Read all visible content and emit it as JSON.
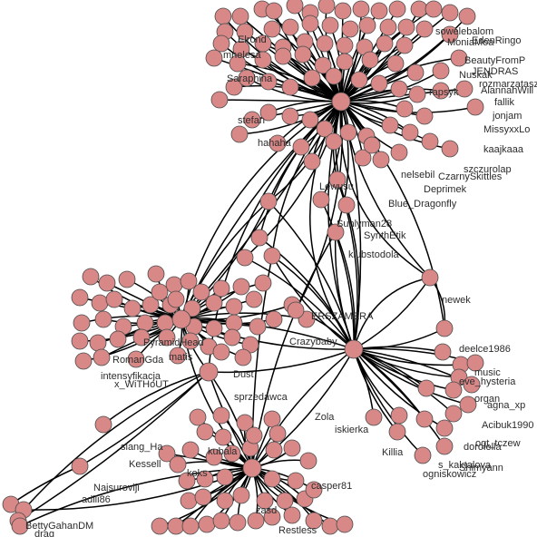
{
  "graph": {
    "node_color": "#d98888",
    "edge_color": "#000000",
    "labels": [
      "sowelebalom",
      "MoniaMoa",
      "EdenRingo",
      "BeautyFromP",
      "JENDRAS",
      "Nuskak",
      "AlannahWill",
      "fallik",
      "jonjam",
      "MissyxxLo",
      "kaajkaaa",
      "szczurolap",
      "CzarnySkittles",
      "Deprimek",
      "Blue_Dragonfly",
      "nelsebil",
      "Lewusu",
      "Sunlyman28",
      "SynthEtik",
      "klubstodola",
      "newek",
      "ERSZAMERA",
      "Crazybaby",
      "deelce1986",
      "music",
      "eve_hysteria",
      "organ",
      "agna_xp",
      "Acibuk1990",
      "dorolella",
      "ogt_tczew",
      "s_kaktalova",
      "Shimyann",
      "ogniskowicz",
      "Killia",
      "Kessell",
      "Najsuroviji",
      "adiii86",
      "BettyGahanDM",
      "drag",
      "RomanGda",
      "intensyfikacja",
      "x_WiTHoUT",
      "PyramidHead",
      "matis",
      "Dust",
      "Restless",
      "zasd",
      "sprzedawca",
      "iskierka",
      "Zola",
      "slang_Ha",
      "kubala",
      "koks",
      "casper81",
      "Elrond",
      "mnelesa",
      "stefan",
      "Saraphina",
      "hahaha",
      "rapsyk",
      "rozmarzatasz"
    ]
  }
}
